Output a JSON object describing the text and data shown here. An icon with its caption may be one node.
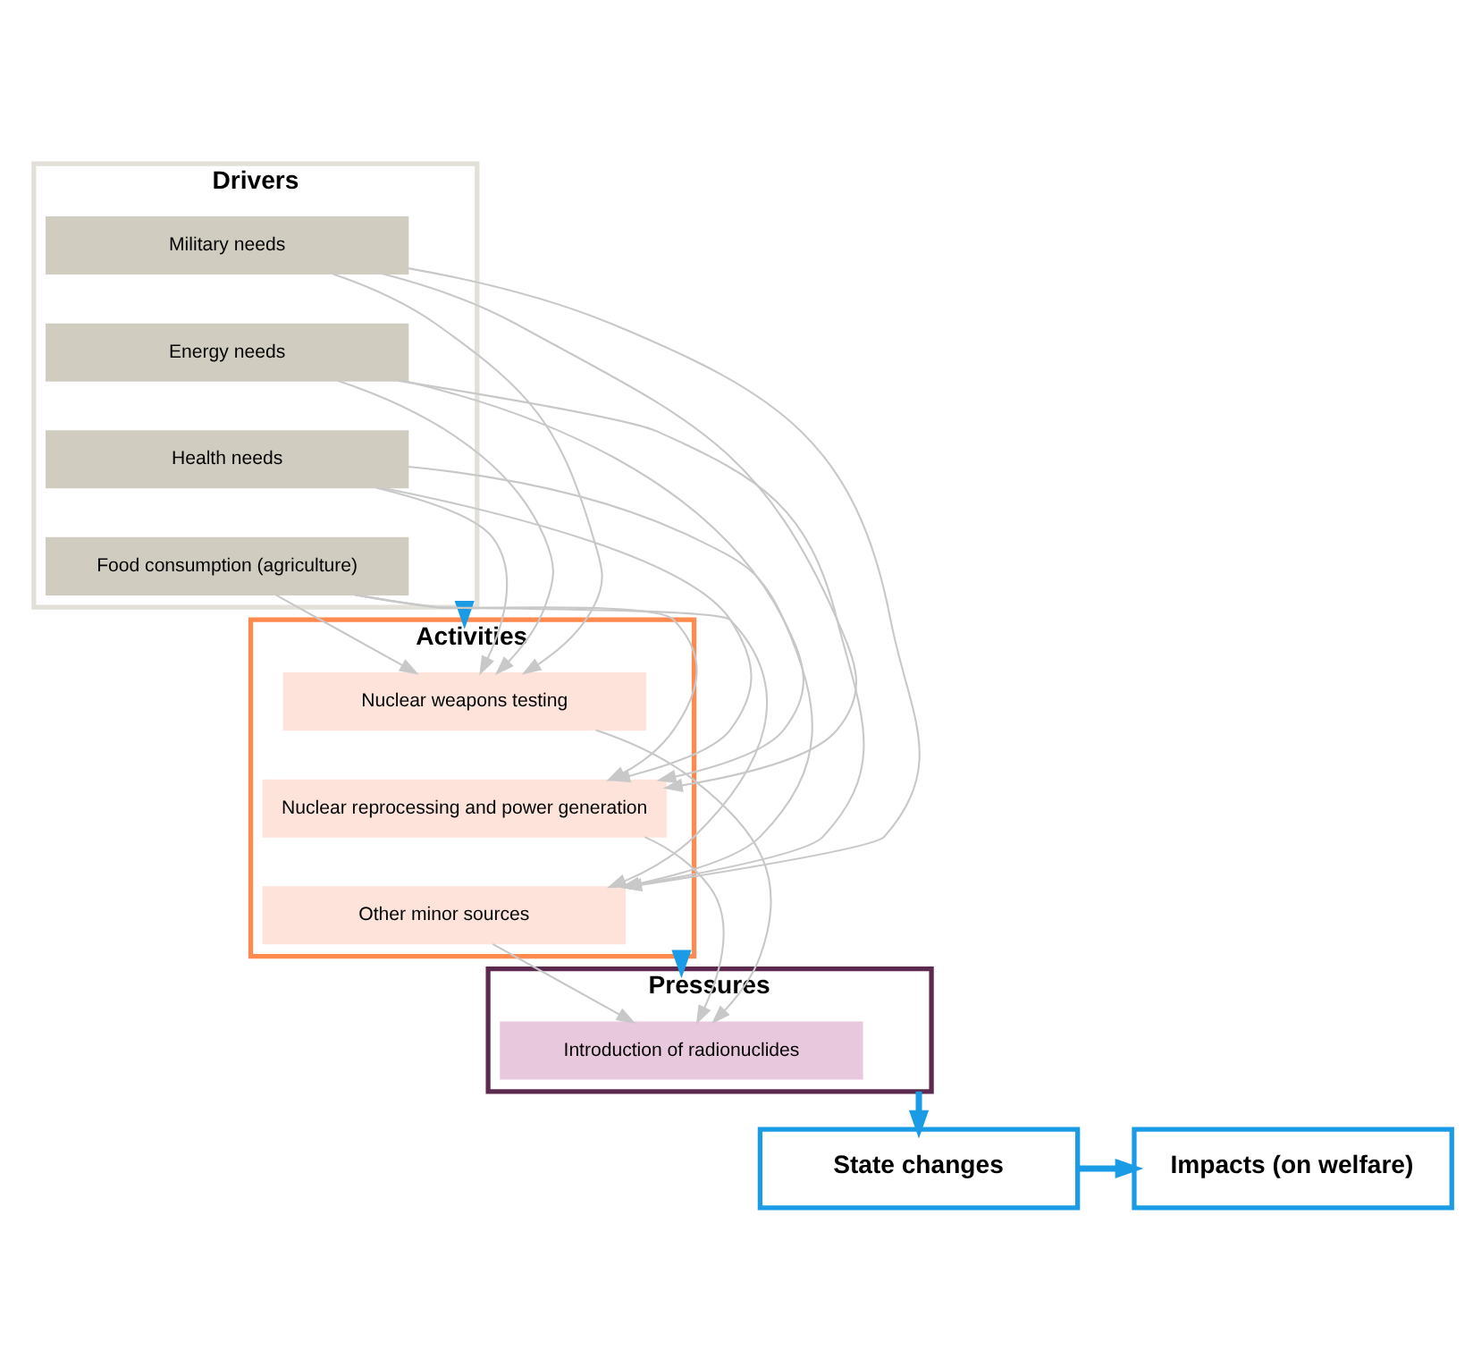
{
  "diagram": {
    "nodes": [
      {
        "text": [
          "Drivers"
        ]
      },
      {
        "text": [
          "Military needs"
        ],
        "in": 0
      },
      {
        "text": [
          "Energy needs"
        ],
        "in": 0
      },
      {
        "text": [
          "Health needs"
        ],
        "in": 0
      },
      {
        "text": [
          "Food consumption (agriculture)"
        ],
        "in": 0
      },
      {
        "text": [
          "Activities"
        ]
      },
      {
        "text": [
          "Nuclear weapons testing"
        ],
        "in": 5
      },
      {
        "text": [
          "Nuclear reprocessing and power generation"
        ],
        "in": 5
      },
      {
        "text": [
          "Other minor sources"
        ],
        "in": 5
      },
      {
        "text": [
          "Pressures"
        ]
      },
      {
        "text": [
          "Introduction of radionuclides"
        ],
        "in": 9
      },
      {
        "text": [
          "State changes"
        ]
      },
      {
        "text": [
          "Impacts (on welfare)"
        ]
      }
    ],
    "edges": [
      {
        "from": 0,
        "to": 5,
        "arrow": "to",
        "style": "thick",
        "color": "#1a9be6"
      },
      {
        "from": 5,
        "to": 9,
        "arrow": "to",
        "style": "thick",
        "color": "#1a9be6"
      },
      {
        "from": 9,
        "to": 11,
        "arrow": "to",
        "style": "thick",
        "color": "#1a9be6"
      },
      {
        "from": 11,
        "to": 12,
        "arrow": "to",
        "style": "thick",
        "color": "#1a9be6"
      },
      {
        "from": 1,
        "to": 6,
        "arrow": "to"
      },
      {
        "from": 1,
        "to": 7,
        "arrow": "to"
      },
      {
        "from": 1,
        "to": 8,
        "arrow": "to"
      },
      {
        "from": 2,
        "to": 6,
        "arrow": "to"
      },
      {
        "from": 2,
        "to": 7,
        "arrow": "to"
      },
      {
        "from": 2,
        "to": 8,
        "arrow": "to"
      },
      {
        "from": 3,
        "to": 6,
        "arrow": "to"
      },
      {
        "from": 3,
        "to": 7,
        "arrow": "to"
      },
      {
        "from": 3,
        "to": 8,
        "arrow": "to"
      },
      {
        "from": 4,
        "to": 6,
        "arrow": "to"
      },
      {
        "from": 4,
        "to": 7,
        "arrow": "to"
      },
      {
        "from": 4,
        "to": 8,
        "arrow": "to"
      },
      {
        "from": 6,
        "to": 10,
        "arrow": "to"
      },
      {
        "from": 7,
        "to": 10,
        "arrow": "to"
      },
      {
        "from": 8,
        "to": 10,
        "arrow": "to"
      }
    ]
  }
}
